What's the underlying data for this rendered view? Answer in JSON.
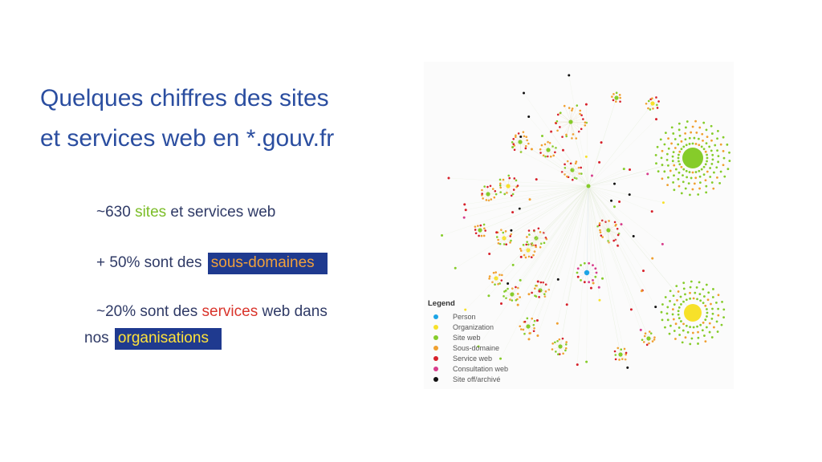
{
  "slide": {
    "title_line1": "Quelques chiffres des sites",
    "title_line2": "et services web en *.gouv.fr",
    "stat1_pre": "~630 ",
    "stat1_highlight": "sites",
    "stat1_post": " et services web",
    "stat2_pre": "+ 50% sont des ",
    "stat2_highlight": "sous-domaines",
    "stat3_pre": "~20% sont des ",
    "stat3_highlight": "services",
    "stat3_post": " web dans",
    "stat4_pre": "nos ",
    "stat4_highlight": "organisations"
  },
  "graph": {
    "legend_title": "Legend",
    "legend_items": [
      {
        "label": "Person",
        "color": "#1ca4e6"
      },
      {
        "label": "Organization",
        "color": "#f7e12a"
      },
      {
        "label": "Site web",
        "color": "#86cc2a"
      },
      {
        "label": "Sous-domaine",
        "color": "#f0a030"
      },
      {
        "label": "Service web",
        "color": "#d7202a"
      },
      {
        "label": "Consultation web",
        "color": "#d83c8c"
      },
      {
        "label": "Site off/archivé",
        "color": "#111111"
      }
    ]
  },
  "colors": {
    "title": "#2b4ea0",
    "text": "#2f3a66",
    "green": "#7bbd27",
    "red": "#d9342b",
    "highlight_bg": "#1f3a8f",
    "highlight_orange": "#f0a03c",
    "highlight_yellow": "#ffe23a"
  }
}
